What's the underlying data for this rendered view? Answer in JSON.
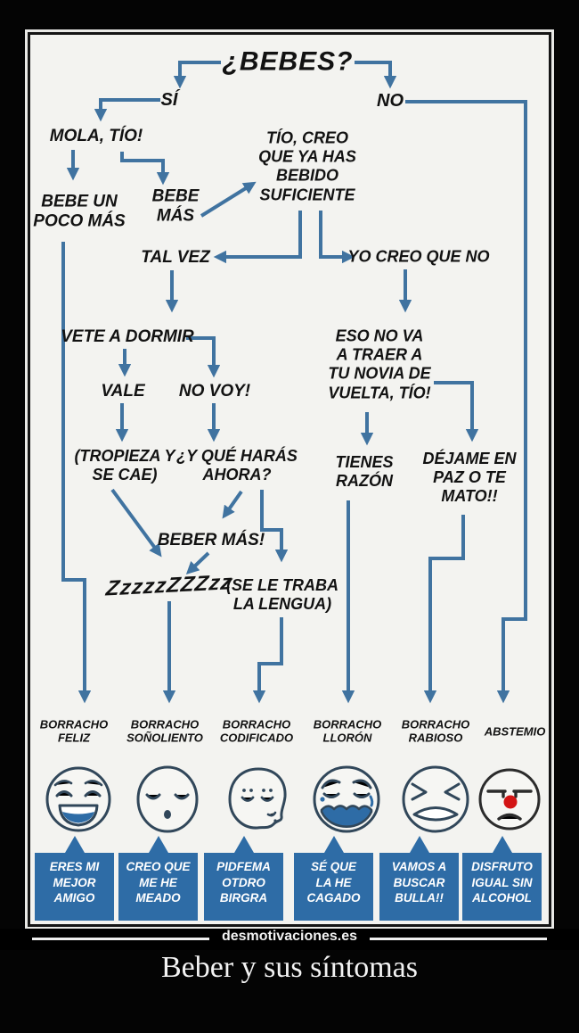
{
  "meme": {
    "title": "¿BEBES?",
    "nodes": {
      "si": "SÍ",
      "no": "NO",
      "mola": "MOLA, TÍO!",
      "bebe_un_poco": "BEBE UN\nPOCO MÁS",
      "bebe_mas": "BEBE\nMÁS",
      "suficiente": "TÍO, CREO\nQUE YA HAS\nBEBIDO\nSUFICIENTE",
      "tal_vez": "TAL VEZ",
      "yo_creo_que_no": "YO CREO QUE NO",
      "vete_a_dormir": "VETE A DORMIR",
      "vale": "VALE",
      "no_voy": "NO VOY!",
      "eso_no_va": "ESO NO VA\nA TRAER A\nTU NOVIA DE\nVUELTA, TÍO!",
      "tropieza": "(TROPIEZA Y\nSE CAE)",
      "que_haras": "¿Y QUÉ HARÁS\nAHORA?",
      "tienes_razon": "TIENES\nRAZÓN",
      "dejame": "DÉJAME EN\nPAZ O TE\nMATO!!",
      "beber_mas": "BEBER MÁS!",
      "zzz": "ZzzzzZZZzz",
      "se_traba": "(SE LE TRABA\nLA LENGUA)"
    },
    "outcomes": [
      {
        "label": "BORRACHO\nFELIZ",
        "face": "borracho-feliz-face-icon",
        "bubble": "ERES MI\nMEJOR\nAMIGO"
      },
      {
        "label": "BORRACHO\nSOÑOLIENTO",
        "face": "borracho-sonoliento-face-icon",
        "bubble": "CREO QUE\nME HE\nMEADO"
      },
      {
        "label": "BORRACHO\nCODIFICADO",
        "face": "borracho-codificado-face-icon",
        "bubble": "PIDFEMA\nOTDRO\nBIRGRA"
      },
      {
        "label": "BORRACHO\nLLORÓN",
        "face": "borracho-lloron-face-icon",
        "bubble": "SÉ QUE\nLA HE\nCAGADO"
      },
      {
        "label": "BORRACHO\nRABIOSO",
        "face": "borracho-rabioso-face-icon",
        "bubble": "VAMOS A\nBUSCAR\nBULLA!!"
      },
      {
        "label": "ABSTEMIO",
        "face": "abstemio-face-icon",
        "bubble": "DISFRUTO\nIGUAL SIN\nALCOHOL"
      }
    ],
    "footer": {
      "watermark": "desmotivaciones.es",
      "caption": "Beber y sus síntomas"
    },
    "colors": {
      "arrow_blue": "#4073a0",
      "bubble_blue": "#2e6ca6",
      "face_outline": "#31475a",
      "nose_red": "#d31414",
      "card_bg": "#f3f3f0",
      "page_bg": "#040404"
    }
  }
}
